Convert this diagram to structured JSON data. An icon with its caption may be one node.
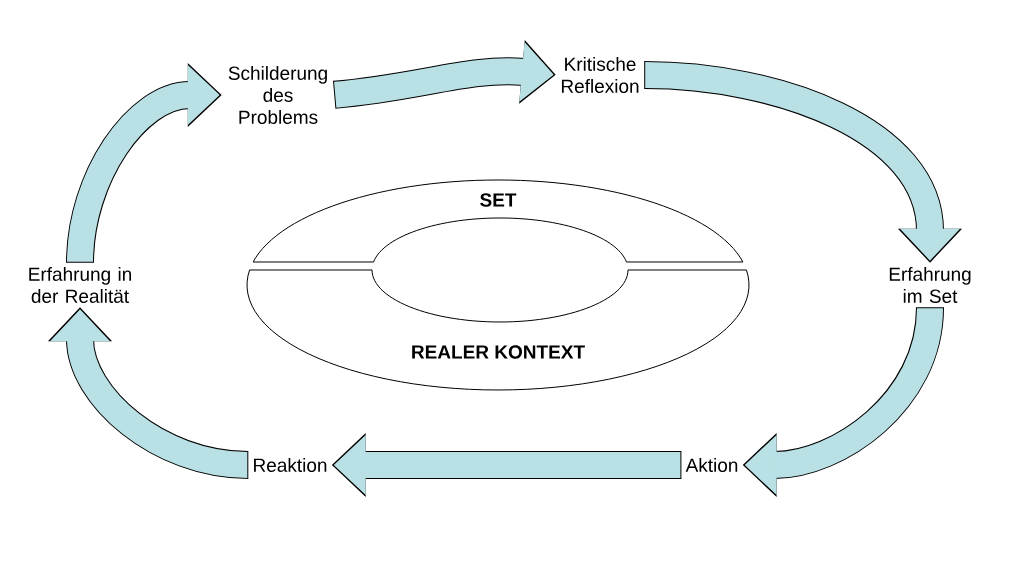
{
  "diagram": {
    "nodes": [
      {
        "text": [
          "Schilderung des Problems"
        ]
      },
      {
        "text": [
          "Kritische Reflexion"
        ]
      },
      {
        "text": [
          "Erfahrung im Set"
        ]
      },
      {
        "text": [
          "Aktion"
        ]
      },
      {
        "text": [
          "Reaktion"
        ]
      },
      {
        "text": [
          "Erfahrung in der Realität"
        ]
      },
      {
        "text": [
          "SET"
        ]
      },
      {
        "text": [
          "REALER KONTEXT"
        ]
      }
    ],
    "edges": [
      {
        "from": 0,
        "to": 1,
        "arrow": "to"
      },
      {
        "from": 1,
        "to": 2,
        "arrow": "to"
      },
      {
        "from": 2,
        "to": 3,
        "arrow": "to"
      },
      {
        "from": 3,
        "to": 4,
        "arrow": "to"
      },
      {
        "from": 4,
        "to": 5,
        "arrow": "to"
      },
      {
        "from": 5,
        "to": 0,
        "arrow": "to"
      }
    ]
  }
}
